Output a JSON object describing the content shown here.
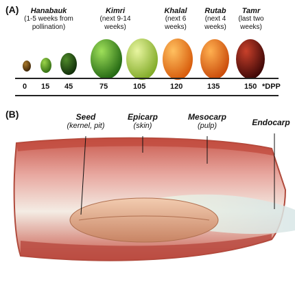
{
  "panel_a": {
    "label": "(A)",
    "stages": [
      {
        "name": "Hanabauk",
        "desc": "(1-5 weeks from pollination)"
      },
      {
        "name": "Kimri",
        "desc": "(next 9-14 weeks)"
      },
      {
        "name": "Khalal",
        "desc": "(next 6 weeks)"
      },
      {
        "name": "Rutab",
        "desc": "(next 4 weeks)"
      },
      {
        "name": "Tamr",
        "desc": "(last two weeks)"
      }
    ],
    "days": [
      "0",
      "15",
      "45",
      "75",
      "105",
      "120",
      "135",
      "150"
    ],
    "days_unit": "*DPP",
    "fruit_colors": [
      "#5a3a10",
      "#4f8a1c",
      "#1f4a12",
      "#3f9a22",
      "#a8cc3c",
      "#f07c10",
      "#e8650e",
      "#7a1410"
    ]
  },
  "panel_b": {
    "label": "(B)",
    "parts": [
      {
        "name": "Seed",
        "desc": "(kernel, pit)"
      },
      {
        "name": "Epicarp",
        "desc": "(skin)"
      },
      {
        "name": "Mesocarp",
        "desc": "(pulp)"
      },
      {
        "name": "Endocarp",
        "desc": ""
      }
    ]
  }
}
